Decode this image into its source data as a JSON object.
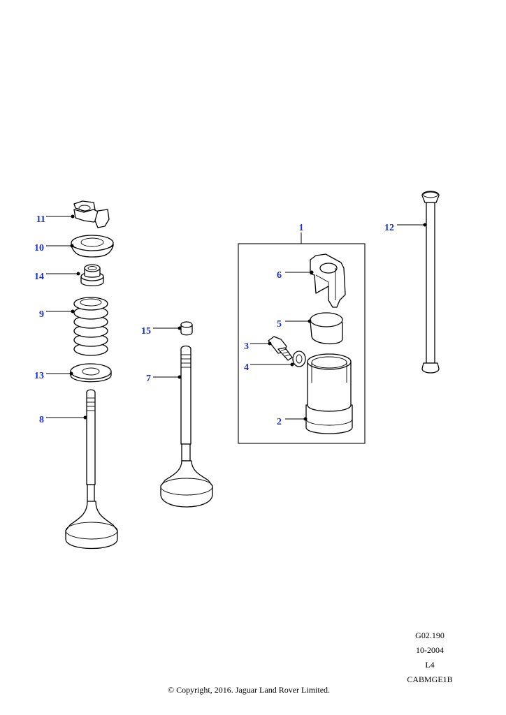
{
  "callouts": {
    "c1": "1",
    "c2": "2",
    "c3": "3",
    "c4": "4",
    "c5": "5",
    "c6": "6",
    "c7": "7",
    "c8": "8",
    "c9": "9",
    "c10": "10",
    "c11": "11",
    "c12": "12",
    "c13": "13",
    "c14": "14",
    "c15": "15"
  },
  "meta": {
    "illustration_code": "G02.190",
    "date": "10-2004",
    "engine": "L4",
    "catalog_code": "CABMGE1B"
  },
  "copyright": "© Copyright, 2016. Jaguar Land Rover Limited.",
  "colors": {
    "callout": "#1a2fd6",
    "line": "#000000",
    "background": "#ffffff"
  }
}
